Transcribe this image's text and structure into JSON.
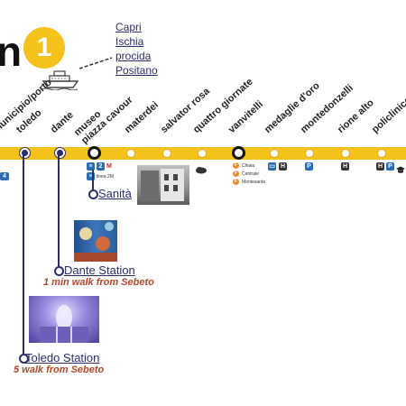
{
  "header": {
    "left_letter": "n",
    "line_number": "1",
    "line_color": "#f5c21b"
  },
  "ferry": {
    "icon": "ferry-icon",
    "destinations": [
      "Capri",
      "Ischia",
      "procida",
      "Positano"
    ]
  },
  "stations": [
    {
      "name": "municipio/porto"
    },
    {
      "name": "toledo"
    },
    {
      "name": "dante"
    },
    {
      "name": "museo\npiazza cavour"
    },
    {
      "name": "materdei"
    },
    {
      "name": "salvator rosa"
    },
    {
      "name": "quattro giornate"
    },
    {
      "name": "vanvitelli"
    },
    {
      "name": "medaglie d'oro"
    },
    {
      "name": "montedonzelli"
    },
    {
      "name": "rione alto"
    },
    {
      "name": "policlinico"
    }
  ],
  "connections": {
    "museo_badge": "2",
    "museo_small_1": "M",
    "museo_small_2": "linea 2M",
    "vanvitelli_funiculars": [
      "Chiaia",
      "Centrale",
      "Montesanto"
    ],
    "medaglie_icons": [
      "bus-icon",
      "H"
    ],
    "montedonzelli_icon": "P",
    "rione_icon": "H",
    "policlinico_icons": [
      "H",
      "P",
      "graduation-icon"
    ],
    "left_badge": "4"
  },
  "callouts": {
    "sanita": {
      "label": "Sanità"
    },
    "dante": {
      "label": "Dante Station",
      "note": "1 min walk from Sebeto"
    },
    "toledo": {
      "label": "Toledo Station",
      "note": "5  walk from Sebeto"
    }
  },
  "colors": {
    "accent": "#2d2d6e",
    "note": "#b5462a",
    "funicular": "#f08a24"
  }
}
